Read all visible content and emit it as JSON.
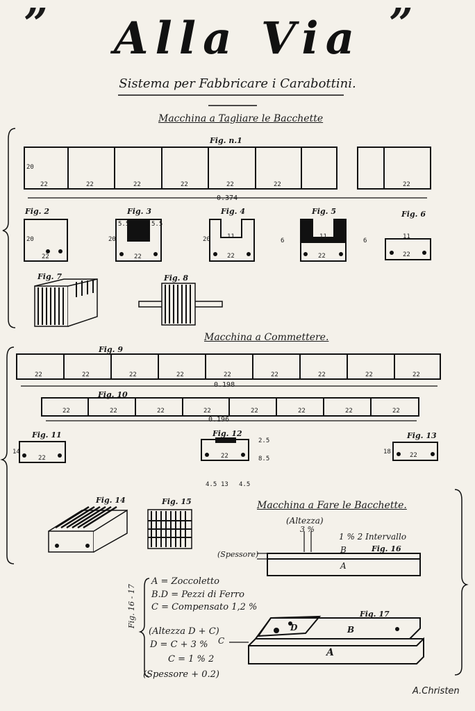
{
  "title": "Alla Via",
  "quote_open": "”",
  "quote_close": "”",
  "subtitle": "Sistema per Fabbricare i Carabottini.",
  "sections": {
    "s1": "Macchina a Tagliare le Bacchette",
    "s2": "Macchina a Commettere.",
    "s3": "Macchina a Fare le Bacchette."
  },
  "figures": {
    "f1": "Fig. n.1",
    "f2": "Fig. 2",
    "f3": "Fig. 3",
    "f4": "Fig. 4",
    "f5": "Fig. 5",
    "f6": "Fig. 6",
    "f7": "Fig. 7",
    "f8": "Fig. 8",
    "f9": "Fig. 9",
    "f10": "Fig. 10",
    "f11": "Fig. 11",
    "f12": "Fig. 12",
    "f13": "Fig. 13",
    "f14": "Fig. 14",
    "f15": "Fig. 15",
    "f16": "Fig. 16",
    "f17": "Fig. 17"
  },
  "dimensions": {
    "len1": "0.374",
    "len9": "0.198",
    "len10": "0.196",
    "w22": "22",
    "h20": "20",
    "h11": "11",
    "h14": "14",
    "h18": "18",
    "d55": "5.5",
    "d25": "2.5",
    "d85": "8.5",
    "d45": "4.5",
    "d13": "13",
    "d6": "6"
  },
  "fig16": {
    "altezza": "(Altezza)",
    "altezza_val": "3 %",
    "intervallo": "1 % 2 Intervallo",
    "spessore": "(Spessore)",
    "label_b": "B",
    "label_a": "A",
    "label_d": "D",
    "label_c": "C"
  },
  "legend": {
    "a": "A   = Zoccoletto",
    "bd": "B.D = Pezzi di Ferro",
    "c": "C   = Compensato 1,2 %",
    "side": "Fig. 16 - 17",
    "formula1": "(Altezza D + C)",
    "formula2": "D = C + 3 %",
    "formula3": "C = 1 % 2",
    "formula4": "(Spessore + 0.2)"
  },
  "signature": "A.Christen"
}
